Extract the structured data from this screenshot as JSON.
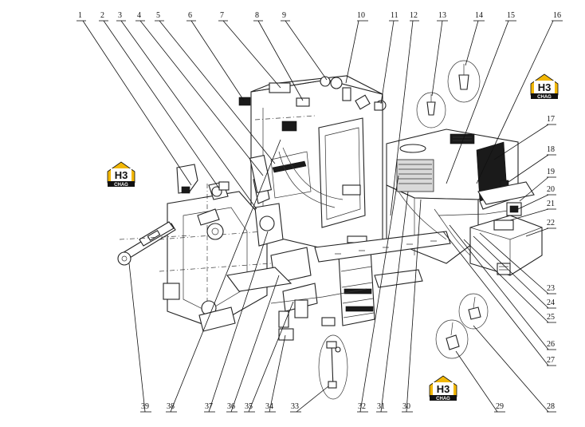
{
  "labels": {
    "top": [
      "1",
      "2",
      "3",
      "4",
      "5",
      "6",
      "7",
      "8",
      "9",
      "10",
      "11",
      "12",
      "13",
      "14",
      "15",
      "16"
    ],
    "right": [
      "17",
      "18",
      "19",
      "20",
      "21",
      "22",
      "23",
      "24",
      "25",
      "26",
      "27",
      "28"
    ],
    "bottom": [
      "29",
      "30",
      "31",
      "32",
      "33",
      "34",
      "35",
      "36",
      "37",
      "38",
      "39"
    ]
  },
  "logos": [
    {
      "mark": "H3",
      "word": "CHAG"
    },
    {
      "mark": "H3",
      "word": "CHAG"
    },
    {
      "mark": "H3",
      "word": "CHAG"
    }
  ],
  "colors": {
    "logo_gold": "#f2b705",
    "ink": "#111111"
  }
}
